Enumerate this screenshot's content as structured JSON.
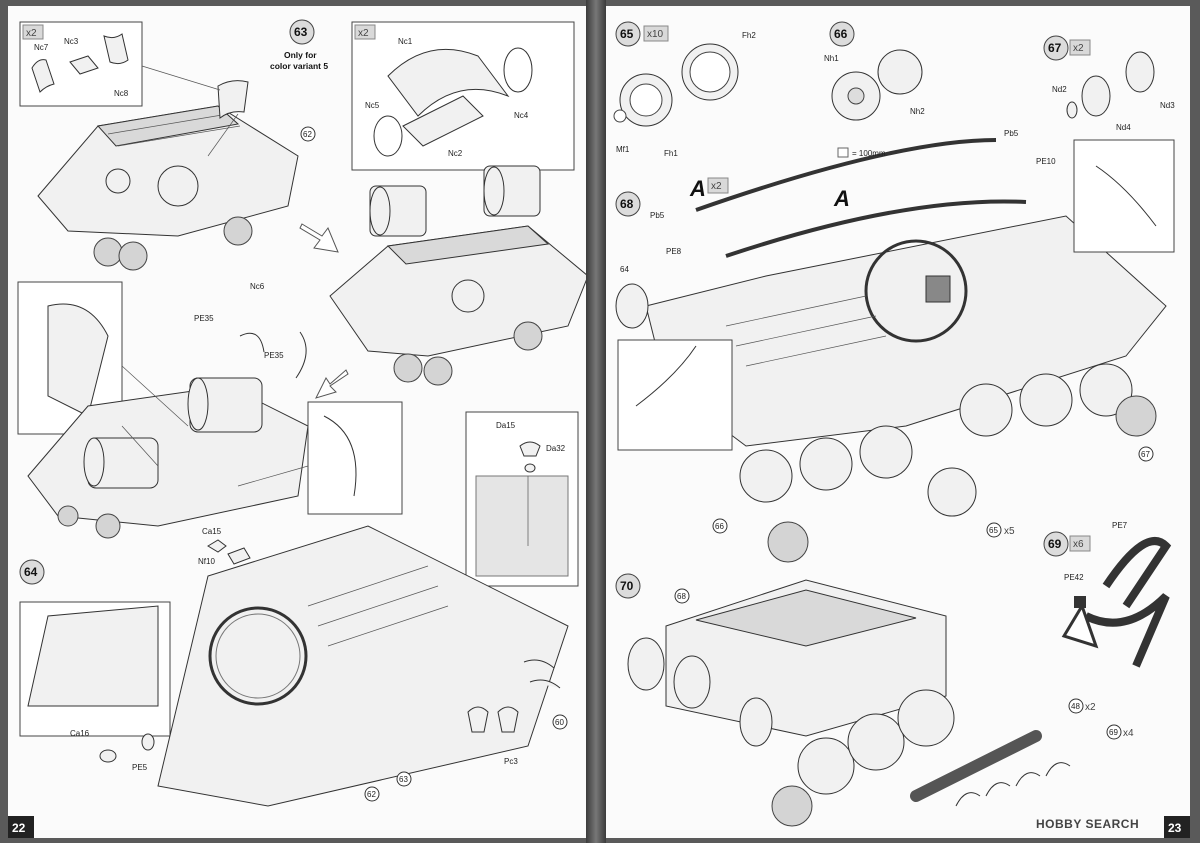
{
  "left_page": {
    "page_number": "22",
    "steps": [
      {
        "number": "63",
        "note_line1": "Only for",
        "note_line2": "color variant 5"
      },
      {
        "number": "64"
      }
    ],
    "multipliers": {
      "inset_nc": "x2",
      "inset_drums": "x2"
    },
    "labels": {
      "nc7": "Nc7",
      "nc3": "Nc3",
      "nc8": "Nc8",
      "ref62_top": "62",
      "nc1": "Nc1",
      "nc5": "Nc5",
      "nc4": "Nc4",
      "nc2": "Nc2",
      "nc6": "Nc6",
      "pe35_a": "PE35",
      "pe35_b": "PE35",
      "da15": "Da15",
      "da32": "Da32",
      "ca15": "Ca15",
      "nf10": "Nf10",
      "ca16": "Ca16",
      "pe5": "PE5",
      "pc3": "Pc3",
      "ref60": "60",
      "ref62_bottom": "62",
      "ref63": "63"
    }
  },
  "right_page": {
    "page_number": "23",
    "steps": [
      {
        "number": "65",
        "multiplier": "x10"
      },
      {
        "number": "66"
      },
      {
        "number": "67",
        "multiplier": "x2"
      },
      {
        "number": "68"
      },
      {
        "number": "69",
        "multiplier": "x6"
      },
      {
        "number": "70"
      }
    ],
    "cable_marker": "A",
    "cable_multiplier": "x2",
    "cable_length": "= 100mm",
    "labels": {
      "fh2": "Fh2",
      "fh1": "Fh1",
      "mf1": "Mf1",
      "nh1": "Nh1",
      "nh2": "Nh2",
      "nd2": "Nd2",
      "nd3": "Nd3",
      "nd4": "Nd4",
      "pb5_right": "Pb5",
      "pb5_left": "Pb5",
      "pe10": "PE10",
      "pe8": "PE8",
      "ref64": "64",
      "ref66": "66",
      "ref67": "67",
      "ref65": "65",
      "ref65_mult": "x5",
      "pe7": "PE7",
      "pe42": "PE42",
      "ref68": "68",
      "ref48": "48",
      "ref48_mult": "x2",
      "ref69": "69",
      "ref69_mult": "x4"
    }
  },
  "watermark": "HOBBY SEARCH"
}
